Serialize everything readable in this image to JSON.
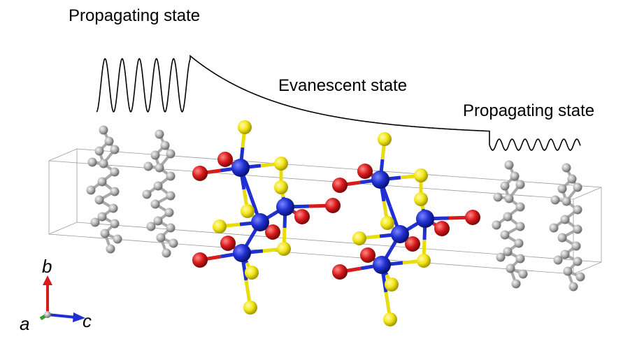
{
  "labels": {
    "propagating_left": "Propagating state",
    "evanescent": "Evanescent state",
    "propagating_right": "Propagating state"
  },
  "axes": {
    "a": "a",
    "b": "b",
    "c": "c"
  },
  "colors": {
    "metal_blue": "#1f2fd0",
    "oxygen_red": "#d81a1a",
    "sulfur_yellow": "#f2e514",
    "carbon_gray": "#b4b4b4",
    "axis_red": "#d81a1a",
    "axis_blue": "#1f2fd0",
    "axis_green": "#2ca02c"
  }
}
